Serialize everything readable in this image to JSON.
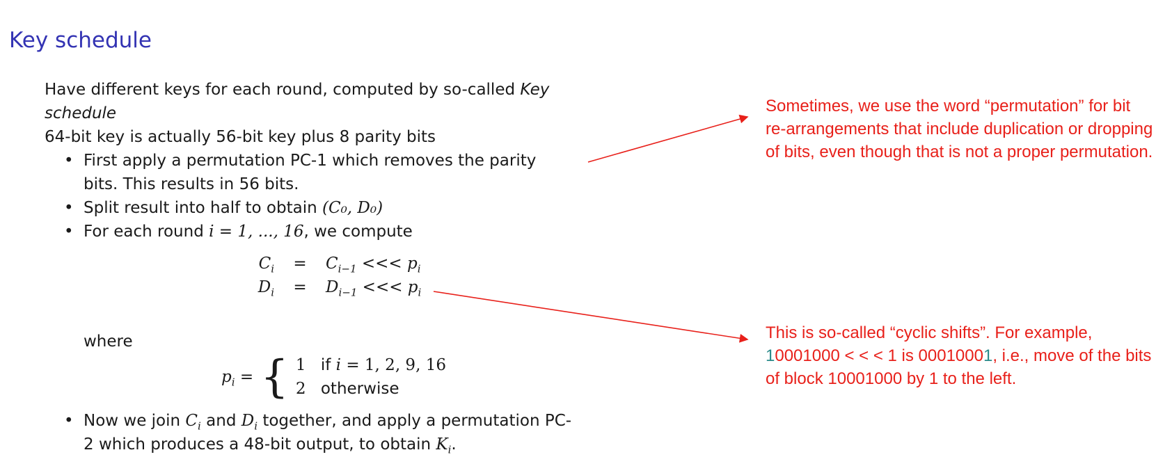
{
  "slide": {
    "title": "Key schedule",
    "intro_a": "Have different keys for each round, computed by so-called ",
    "intro_em": "Key schedule",
    "key_line": "64-bit key is actually 56-bit key plus 8 parity bits",
    "bullet1": "First apply a permutation PC-1 which removes the parity bits. This results in 56 bits.",
    "bullet2_text": "Split result into half to obtain ",
    "bullet2_math": "(C₀, D₀)",
    "bullet3_a": "For each round ",
    "bullet3_math": "i = 1, ..., 16",
    "bullet3_b": ", we compute",
    "eq1": {
      "lhs": "C",
      "lhs_sub": "i",
      "op": "=",
      "rhs": "C",
      "rhs_sub": "i−1",
      "rhs_tail": " <<< p",
      "tail_sub": "i"
    },
    "eq2": {
      "lhs": "D",
      "lhs_sub": "i",
      "op": "=",
      "rhs": "D",
      "rhs_sub": "i−1",
      "rhs_tail": " <<< p",
      "tail_sub": "i"
    },
    "where": "where",
    "pi": {
      "lhs": "p",
      "lhs_sub": "i",
      "op": " =",
      "case1_val": "1",
      "case1_cond_a": "if ",
      "case1_cond_var": "i",
      "case1_cond_b": " = 1, 2, 9, 16",
      "case2_val": "2",
      "case2_cond": "otherwise"
    },
    "bullet4_a": "Now we join ",
    "bullet4_c": "C",
    "bullet4_c_sub": "i",
    "bullet4_b": " and ",
    "bullet4_d": "D",
    "bullet4_d_sub": "i",
    "bullet4_rest": " together, and apply a permutation PC-2 which produces a 48-bit output, to obtain ",
    "bullet4_k": "K",
    "bullet4_k_sub": "i",
    "bullet4_end": "."
  },
  "annotations": {
    "note1": "Sometimes, we use the word “permutation” for bit re-arrangements that include duplication or dropping of bits, even though that is not a proper permutation.",
    "note2_a": "This is so-called “cyclic shifts”. For example, ",
    "note2_hl1": "1",
    "note2_b": "0001000 < < < 1 is 0001000",
    "note2_hl2": "1",
    "note2_c": ", i.e., move of the bits of block 10001000 by 1 to the left."
  },
  "colors": {
    "title": "#3333b3",
    "annotation": "#e8201a",
    "highlight": "#2a8a8a"
  }
}
